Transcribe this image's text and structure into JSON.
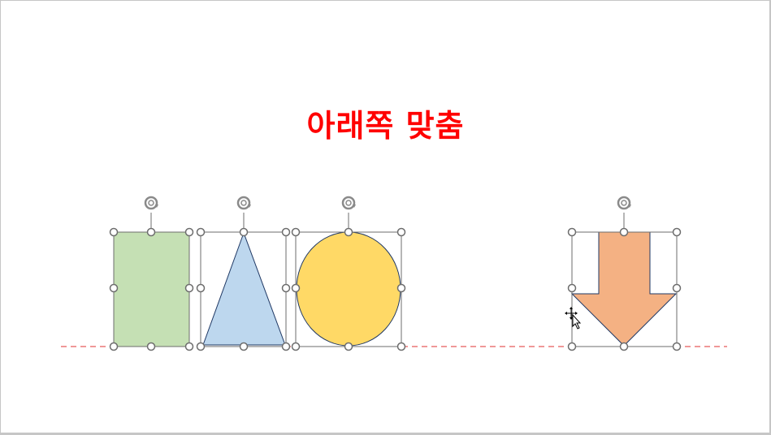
{
  "slide": {
    "title": "아래쪽 맞춤",
    "title_color": "#ff0000",
    "guide_line_color": "#e03030"
  },
  "shapes": [
    {
      "name": "rectangle",
      "fill": "#c5e0b4",
      "stroke": "#1f3864",
      "selected": true
    },
    {
      "name": "triangle",
      "fill": "#bdd7ee",
      "stroke": "#1f3864",
      "selected": true
    },
    {
      "name": "ellipse",
      "fill": "#ffd966",
      "stroke": "#1f3864",
      "selected": true
    },
    {
      "name": "down-arrow",
      "fill": "#f4b183",
      "stroke": "#1f3864",
      "selected": true
    }
  ],
  "cursor": {
    "type": "move-cursor"
  }
}
